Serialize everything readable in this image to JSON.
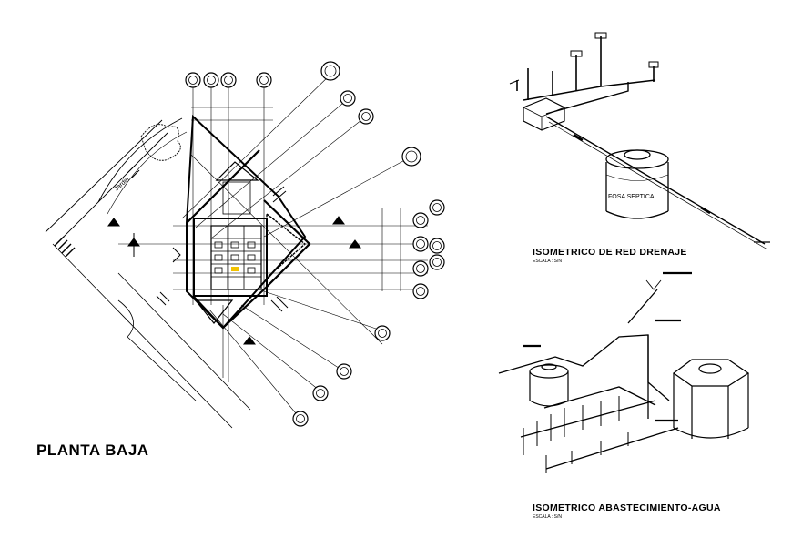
{
  "drawing": {
    "plan_title": "PLANTA BAJA",
    "drain_title": "ISOMETRICO  DE RED DRENAJE",
    "drain_scale": "ESCALA : S/N",
    "water_title": "ISOMETRICO  ABASTECIMIENTO-AGUA",
    "water_scale": "ESCALA : S/N",
    "septic_label": "FOSA SEPTICA",
    "garden_label": "Jardin"
  },
  "colors": {
    "line": "#000000",
    "background": "#ffffff",
    "accent": "#f2c200"
  }
}
